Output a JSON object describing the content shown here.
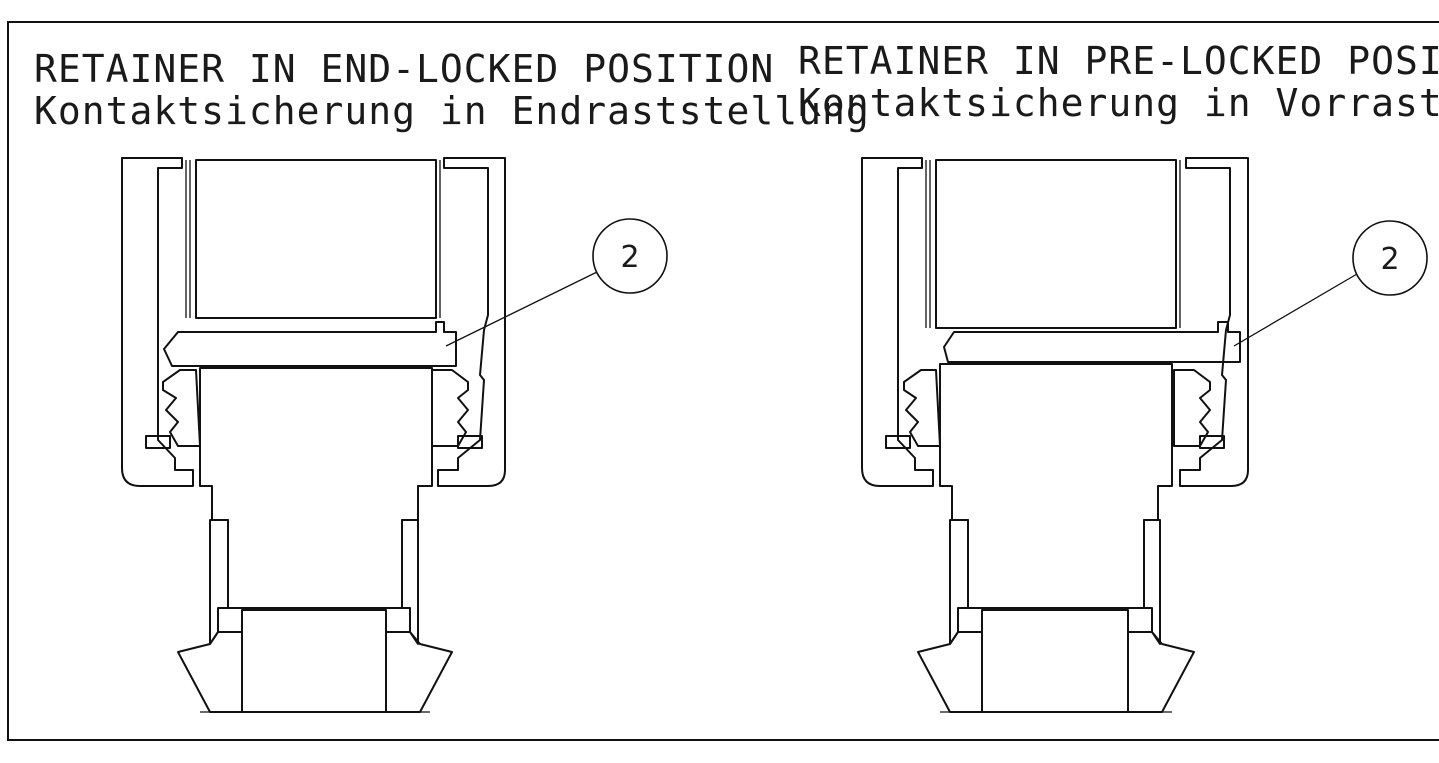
{
  "left_view": {
    "title_en": "RETAINER IN END-LOCKED POSITION",
    "title_de": "Kontaktsicherung in Endraststellung",
    "callout": "2"
  },
  "right_view": {
    "title_en": "RETAINER IN PRE-LOCKED POSITION",
    "title_de": "Kontaktsicherung in Vorraststellung",
    "callout": "2"
  },
  "colors": {
    "line": "#111111",
    "background": "#ffffff"
  }
}
